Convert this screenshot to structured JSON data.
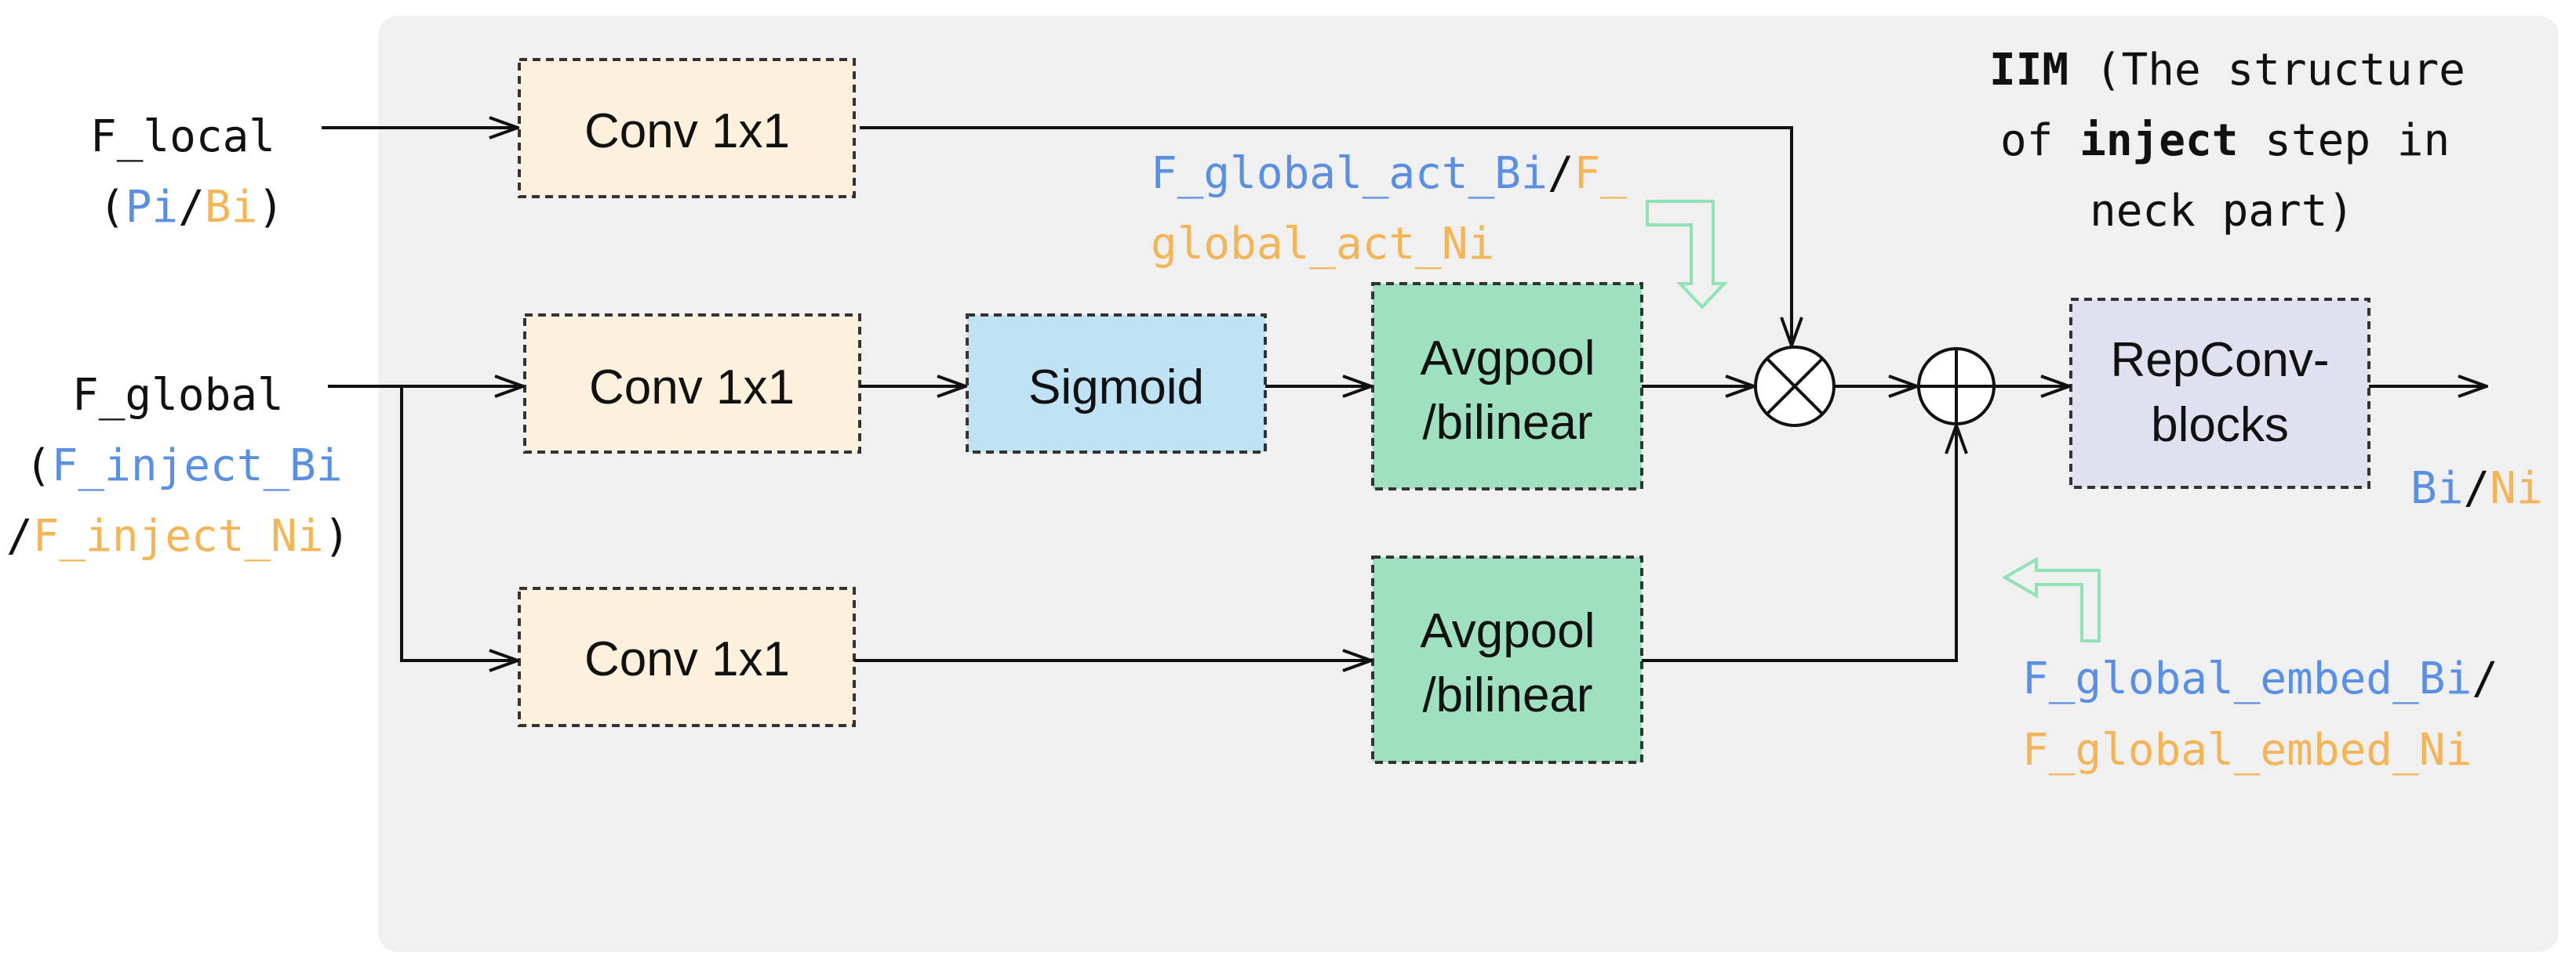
{
  "colors": {
    "panel": "#f0f0f0",
    "conv": "#fdf0dc",
    "sigmoid": "#bfe2f5",
    "avgpool": "#9ee0bf",
    "repconv": "#dfe1f1",
    "blue": "#5b8fe2",
    "orange": "#f4b559",
    "hollow_arrow": "#8fe3b4",
    "ink": "#111111"
  },
  "title": {
    "line1_bold": "IIM",
    "line1_rest": " (The structure",
    "line2_pre": "of ",
    "line2_bold": "inject",
    "line2_post": " step in",
    "line3": "neck part)"
  },
  "inputs": {
    "local": {
      "name": "F_local",
      "open": "(",
      "blue": "Pi",
      "sep": "/",
      "orange": "Bi",
      "close": ")"
    },
    "global": {
      "name": "F_global",
      "open": "(",
      "blue": "F_inject_Bi",
      "sep": "/",
      "orange": "F_inject_Ni",
      "close": ")"
    }
  },
  "blocks": {
    "conv_top": "Conv 1x1",
    "conv_mid": "Conv 1x1",
    "conv_bot": "Conv 1x1",
    "sigmoid": "Sigmoid",
    "avgpool_mid": [
      "Avgpool",
      "/bilinear"
    ],
    "avgpool_bot": [
      "Avgpool",
      "/bilinear"
    ],
    "repconv": [
      "RepConv-",
      "blocks"
    ]
  },
  "annotations": {
    "act": {
      "blue": "F_global_act_Bi",
      "sep": "/",
      "orange_1": "F_",
      "orange_2": "global_act_Ni"
    },
    "embed": {
      "blue": "F_global_embed_Bi",
      "sep": "/",
      "orange": "F_global_embed_Ni"
    }
  },
  "output": {
    "blue": "Bi",
    "sep": "/",
    "orange": "Ni"
  },
  "operators": {
    "multiply": "multiply-operator",
    "add": "add-operator"
  },
  "icons": [
    "arrow-icon",
    "hollow-arrow-icon",
    "multiply-icon",
    "add-icon"
  ]
}
